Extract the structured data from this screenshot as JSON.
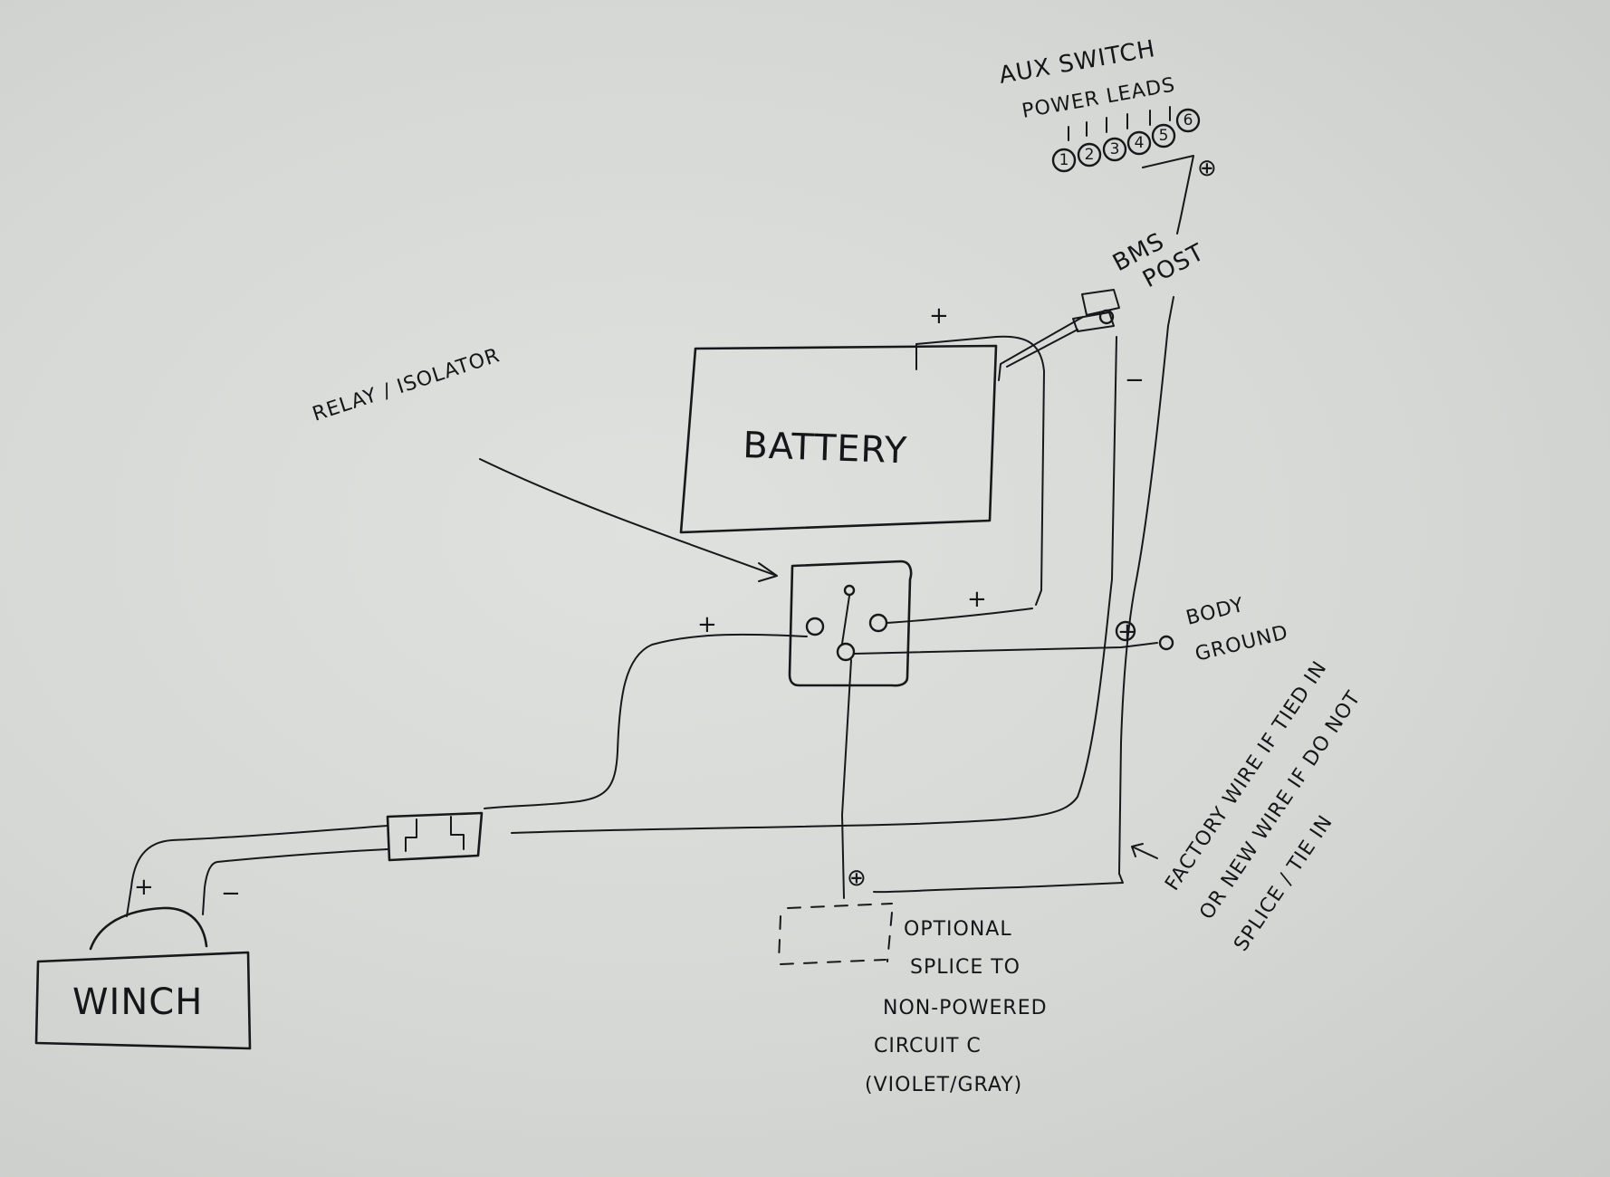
{
  "labels": {
    "aux_switch_line1": "AUX SWITCH",
    "aux_switch_line2": "POWER LEADS",
    "aux_numbers": [
      "1",
      "2",
      "3",
      "4",
      "5",
      "6"
    ],
    "bms_line1": "BMS",
    "bms_line2": "POST",
    "relay_isolator": "RELAY / ISOLATOR",
    "battery": "BATTERY",
    "body_ground_line1": "BODY",
    "body_ground_line2": "GROUND",
    "winch": "WINCH",
    "optional_line1": "OPTIONAL",
    "optional_line2": "SPLICE TO",
    "optional_line3": "NON-POWERED",
    "optional_line4": "CIRCUIT C",
    "optional_line5": "(VIOLET/GRAY)",
    "factory_line1": "FACTORY WIRE IF TIED IN",
    "factory_line2": "OR NEW WIRE IF DO NOT",
    "factory_line3": "SPLICE / TIE IN"
  },
  "symbols": {
    "plus": "+",
    "minus": "−",
    "plus_circled": "⊕"
  }
}
